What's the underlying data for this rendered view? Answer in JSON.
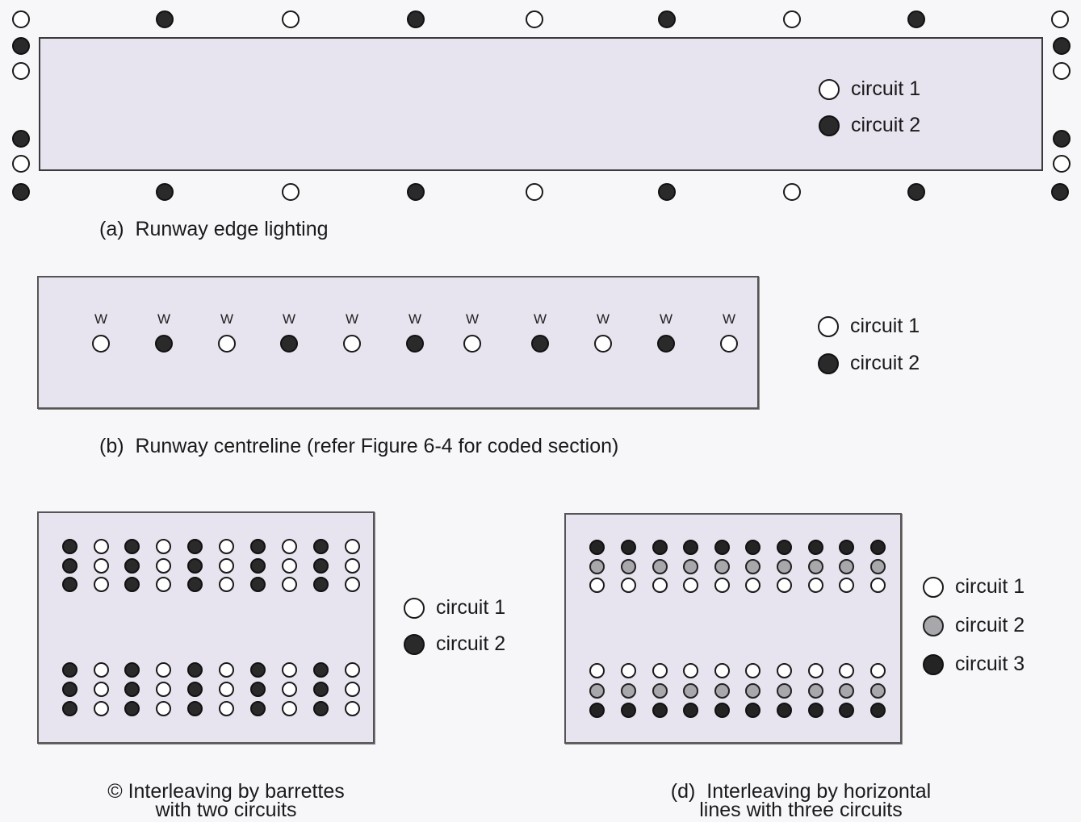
{
  "colors": {
    "panel": "#e7e3ef",
    "circuit_1": "#ffffff",
    "circuit_2_dark": "#2a2a2a",
    "circuit_2_grey": "#a8a8ac",
    "circuit_3": "#242424"
  },
  "a": {
    "caption": "(a)  Runway edge lighting",
    "legend": [
      {
        "label": "circuit 1",
        "circuit": "c1"
      },
      {
        "label": "circuit 2",
        "circuit": "c2"
      }
    ],
    "top_row": [
      "c1",
      "c2",
      "c1",
      "c2",
      "c1",
      "c2",
      "c1",
      "c2",
      "c1"
    ],
    "bottom_row": [
      "c2",
      "c2",
      "c1",
      "c2",
      "c1",
      "c2",
      "c1",
      "c2",
      "c2"
    ],
    "left_column": [
      "c2",
      "c1",
      "c2",
      "c1"
    ],
    "right_column": [
      "c2",
      "c1",
      "c2",
      "c1"
    ]
  },
  "b": {
    "caption": "(b)  Runway centreline (refer Figure 6-4 for coded section)",
    "light_label": "W",
    "lights": [
      "c1",
      "c2",
      "c1",
      "c2",
      "c1",
      "c2",
      "c1",
      "c2",
      "c1",
      "c2",
      "c1"
    ],
    "legend": [
      {
        "label": "circuit 1",
        "circuit": "c1"
      },
      {
        "label": "circuit 2",
        "circuit": "c2"
      }
    ]
  },
  "c": {
    "caption_line1": "© Interleaving by barrettes",
    "caption_line2": "with two circuits",
    "columns": [
      "c2",
      "c1",
      "c2",
      "c1",
      "c2",
      "c1",
      "c2",
      "c1",
      "c2",
      "c1"
    ],
    "rows_per_barrette": 3,
    "legend": [
      {
        "label": "circuit 1",
        "circuit": "c1"
      },
      {
        "label": "circuit 2",
        "circuit": "c2"
      }
    ]
  },
  "d": {
    "caption_line1": "(d)  Interleaving by horizontal",
    "caption_line2": "lines with three circuits",
    "top_group_rows": [
      "dark",
      "grey",
      "c1"
    ],
    "bottom_group_rows": [
      "c1",
      "grey",
      "dark"
    ],
    "columns": 10,
    "legend": [
      {
        "label": "circuit 1",
        "circuit": "c1"
      },
      {
        "label": "circuit 2",
        "circuit": "grey"
      },
      {
        "label": "circuit 3",
        "circuit": "dark"
      }
    ]
  }
}
